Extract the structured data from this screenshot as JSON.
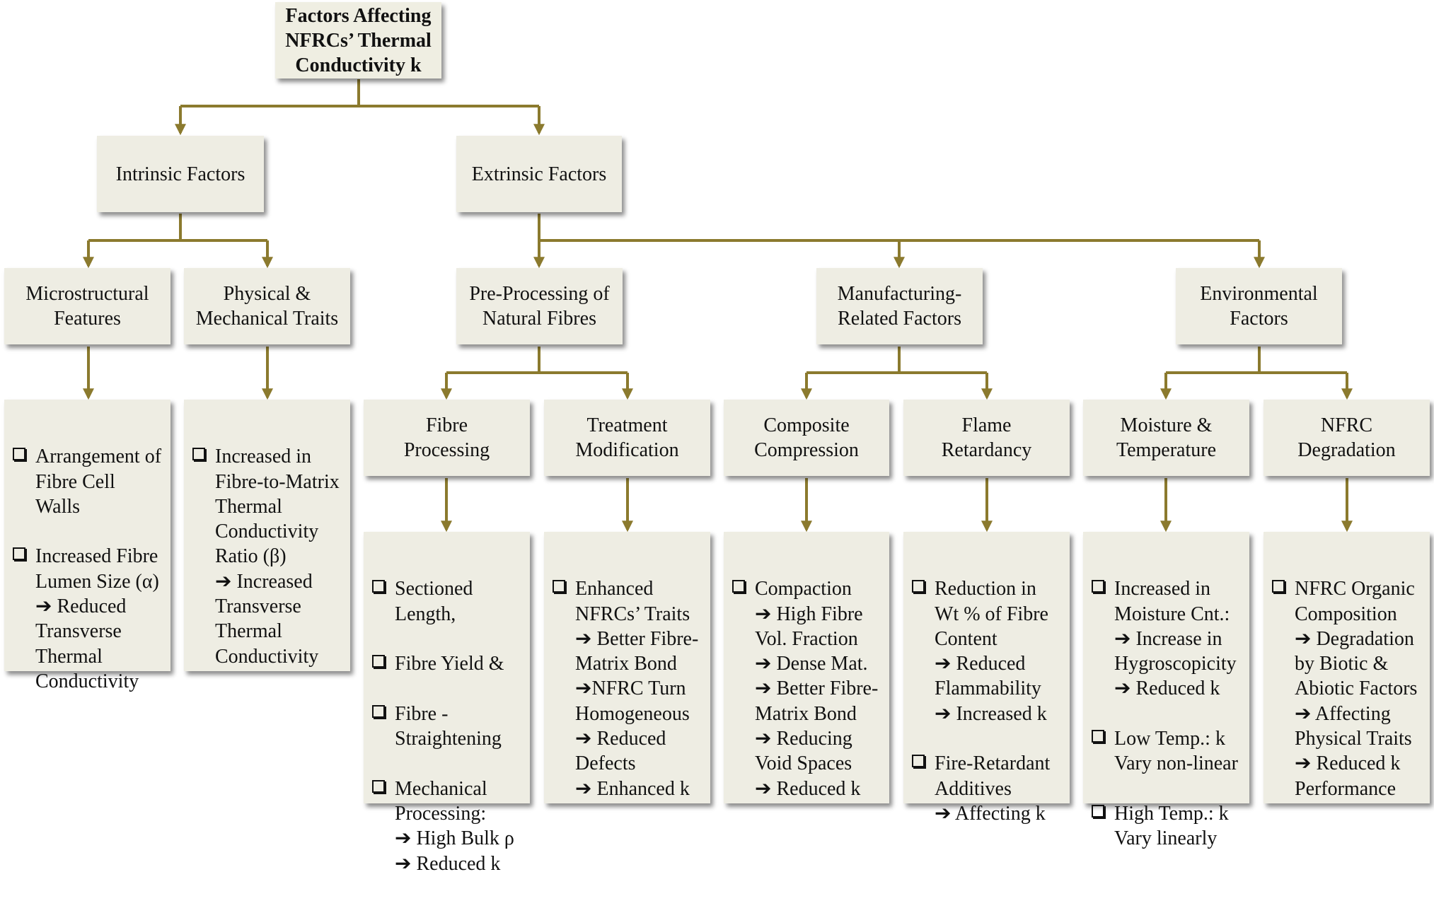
{
  "root": {
    "label": "Factors Affecting\nNFRCs’ Thermal\nConductivity k"
  },
  "intrinsic": {
    "label": "Intrinsic  Factors",
    "microstructural": {
      "label": "Microstructural\nFeatures",
      "items": [
        "Arrangement  of\nFibre Cell\nWalls",
        "Increased Fibre\nLumen Size (α)\n➔ Reduced\nTransverse\nThermal\nConductivity"
      ]
    },
    "physical": {
      "label": "Physical &\nMechanical Traits",
      "items": [
        "Increased in\nFibre-to-Matrix\nThermal\nConductivity\nRatio (β)\n➔ Increased\nTransverse\nThermal\nConductivity"
      ]
    }
  },
  "extrinsic": {
    "label": "Extrinsic  Factors",
    "preprocessing": {
      "label": "Pre-Processing of\nNatural Fibres",
      "fibre_processing": {
        "label": "Fibre\nProcessing",
        "items": [
          "Sectioned\nLength,",
          "Fibre Yield &",
          "Fibre -\nStraightening",
          "Mechanical\nProcessing:\n  ➔ High Bulk ρ\n  ➔ Reduced k"
        ]
      },
      "treatment": {
        "label": "Treatment\nModification",
        "items": [
          "Enhanced\nNFRCs’ Traits\n➔ Better Fibre-\nMatrix Bond\n➔NFRC Turn\nHomogeneous\n➔ Reduced\nDefects\n➔ Enhanced  k"
        ]
      }
    },
    "manufacturing": {
      "label": "Manufacturing-\nRelated Factors",
      "compression": {
        "label": "Composite\nCompression",
        "items": [
          "Compaction\n➔ High Fibre\nVol. Fraction\n➔ Dense Mat.\n➔ Better Fibre-\nMatrix Bond\n➔ Reducing\nVoid Spaces\n➔ Reduced k"
        ]
      },
      "flame": {
        "label": "Flame\nRetardancy",
        "items": [
          "Reduction in\nWt % of Fibre\nContent\n➔ Reduced\nFlammability\n➔ Increased k",
          "Fire-Retardant\nAdditives\n➔ Affecting k"
        ]
      }
    },
    "environmental": {
      "label": "Environmental\nFactors",
      "moisture": {
        "label": "Moisture &\nTemperature",
        "items": [
          "Increased in\nMoisture Cnt.:\n➔ Increase in\nHygroscopicity\n➔ Reduced k",
          "Low Temp.: k\nVary non-linear",
          "High Temp.: k\nVary linearly"
        ]
      },
      "degradation": {
        "label": "NFRC\nDegradation",
        "items": [
          "NFRC Organic\nComposition\n➔ Degradation\nby Biotic &\nAbiotic Factors\n➔ Affecting\nPhysical Traits\n➔ Reduced k\nPerformance"
        ]
      }
    }
  },
  "colors": {
    "connector": "#8b7a2e",
    "box_fill": "#eeede3"
  }
}
